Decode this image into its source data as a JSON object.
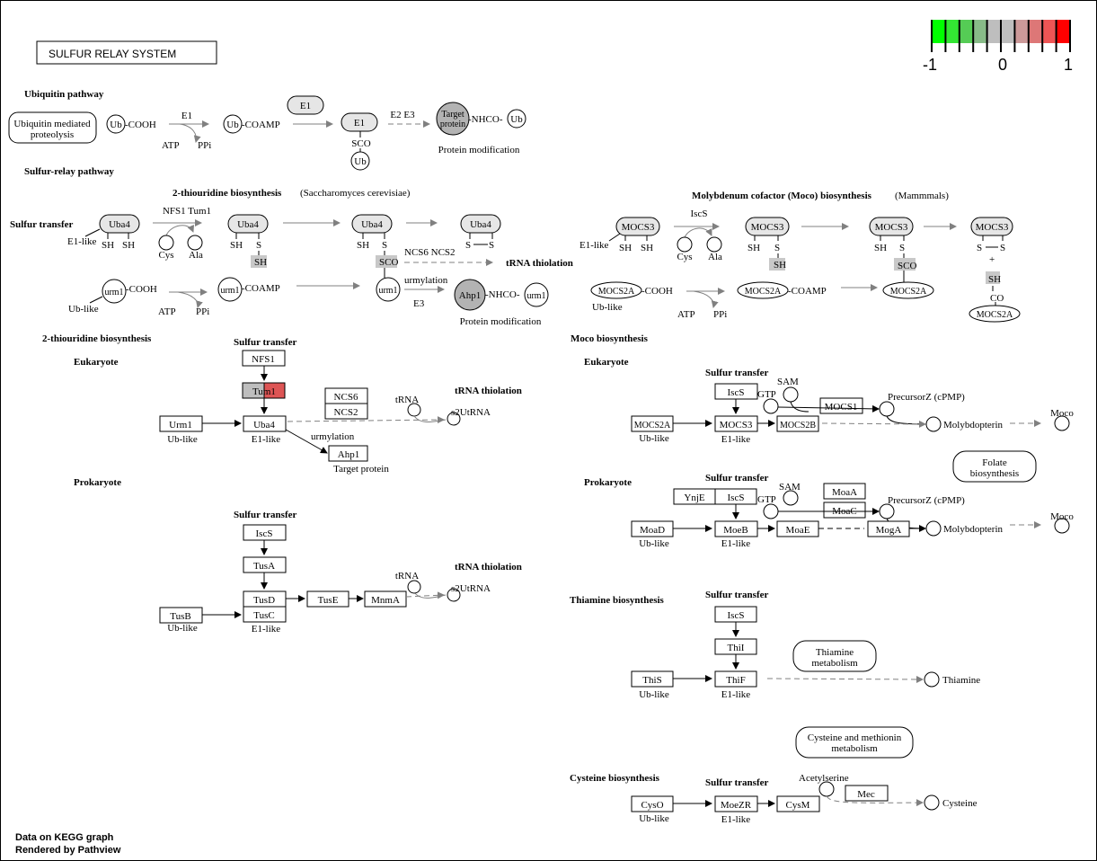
{
  "title": "SULFUR RELAY SYSTEM",
  "legend": {
    "ticks": [
      "-1",
      "0",
      "1"
    ],
    "colors": [
      "#00ff00",
      "#33e633",
      "#55cc55",
      "#88bb88",
      "#bebebe",
      "#bebebe",
      "#cc9999",
      "#dd7777",
      "#ee5555",
      "#ff0000"
    ]
  },
  "footer": {
    "line1": "Data on KEGG graph",
    "line2": "Rendered by Pathview"
  },
  "sections": {
    "ubiquitin_pathway": "Ubiquitin pathway",
    "sulfur_relay_pathway": "Sulfur-relay pathway",
    "thiouridine_yeast": "2-thiouridine biosynthesis",
    "thiouridine_yeast_org": "(Saccharomyces cerevisiae)",
    "moco_mammal": "Molybdenum cofactor (Moco) biosynthesis",
    "moco_mammal_org": "(Mammmals)",
    "sulfur_transfer": "Sulfur transfer",
    "trna_thiolation": "tRNA thiolation",
    "thiouridine": "2-thiouridine biosynthesis",
    "moco": "Moco biosynthesis",
    "eukaryote": "Eukaryote",
    "prokaryote": "Prokaryote",
    "thiamine": "Thiamine biosynthesis",
    "cysteine": "Cysteine biosynthesis"
  },
  "ub": {
    "ubiquitin_mediated": [
      "Ubiquitin mediated",
      "proteolysis"
    ],
    "ub": "Ub",
    "cooh": "-COOH",
    "coamp": "-COAMP",
    "e1": "E1",
    "e2e3": "E2 E3",
    "atp": "ATP",
    "ppi": "PPi",
    "sco": "SCO",
    "target": [
      "Target",
      "protein"
    ],
    "nhco": "-NHCO-",
    "protein_mod": "Protein modification"
  },
  "relay": {
    "uba4": "Uba4",
    "e1like": "E1-like",
    "sh": "SH",
    "s": "S",
    "nfs1tum1": "NFS1 Tum1",
    "cys": "Cys",
    "ala": "Ala",
    "ncs6ncs2": "NCS6 NCS2",
    "sco": "SCO",
    "urm1": "urm1",
    "cooh": "-COOH",
    "coamp": "-COAMP",
    "ublike": "Ub-like",
    "atp": "ATP",
    "ppi": "PPi",
    "urmylation": "urmylation",
    "e3": "E3",
    "ahp1": "Ahp1",
    "nhco": "-NHCO-",
    "protein_mod": "Protein modification",
    "mocs3": "MOCS3",
    "iscs": "IscS",
    "mocs2a": "MOCS2A",
    "co": "CO",
    "plus": "+"
  },
  "euk_thio": {
    "nfs1": "NFS1",
    "tum1": "Tum1",
    "ncs6": "NCS6",
    "ncs2": "NCS2",
    "trna": "tRNA",
    "s2utrna": "s2UtRNA",
    "urm1": "Urm1",
    "ublike": "Ub-like",
    "uba4": "Uba4",
    "e1like": "E1-like",
    "urmylation": "urmylation",
    "ahp1": "Ahp1",
    "target": "Target protein"
  },
  "pro_thio": {
    "iscs": "IscS",
    "tusa": "TusA",
    "tusd": "TusD",
    "tusc": "TusC",
    "tuse": "TusE",
    "mnma": "MnmA",
    "trna": "tRNA",
    "s2utrna": "s2UtRNA",
    "tusb": "TusB",
    "ublike": "Ub-like",
    "e1like": "E1-like"
  },
  "euk_moco": {
    "iscs": "IscS",
    "sam": "SAM",
    "gtp": "GTP",
    "mocs1": "MOCS1",
    "precursor": "PrecursorZ (cPMP)",
    "mocs2a": "MOCS2A",
    "mocs3": "MOCS3",
    "mocs2b": "MOCS2B",
    "molybdopterin": "Molybdopterin",
    "moco": "Moco",
    "ublike": "Ub-like",
    "e1like": "E1-like",
    "folate": [
      "Folate",
      "biosynthesis"
    ]
  },
  "pro_moco": {
    "ynje": "YnjE",
    "iscs": "IscS",
    "sam": "SAM",
    "gtp": "GTP",
    "moaa": "MoaA",
    "moac": "MoaC",
    "precursor": "PrecursorZ (cPMP)",
    "moad": "MoaD",
    "moeb": "MoeB",
    "moae": "MoaE",
    "moga": "MogA",
    "molybdopterin": "Molybdopterin",
    "moco": "Moco",
    "ublike": "Ub-like",
    "e1like": "E1-like"
  },
  "thia": {
    "iscs": "IscS",
    "thii": "ThiI",
    "this": "ThiS",
    "thif": "ThiF",
    "thiamine": "Thiamine",
    "ublike": "Ub-like",
    "e1like": "E1-like",
    "metabolism": [
      "Thiamine",
      "metabolism"
    ]
  },
  "cys": {
    "metabolism": [
      "Cysteine and methionin",
      "metabolism"
    ],
    "acetylserine": "Acetylserine",
    "mec": "Mec",
    "cyso": "CysO",
    "moezr": "MoeZR",
    "cysm": "CysM",
    "cysteine": "Cysteine",
    "ublike": "Ub-like",
    "e1like": "E1-like"
  }
}
